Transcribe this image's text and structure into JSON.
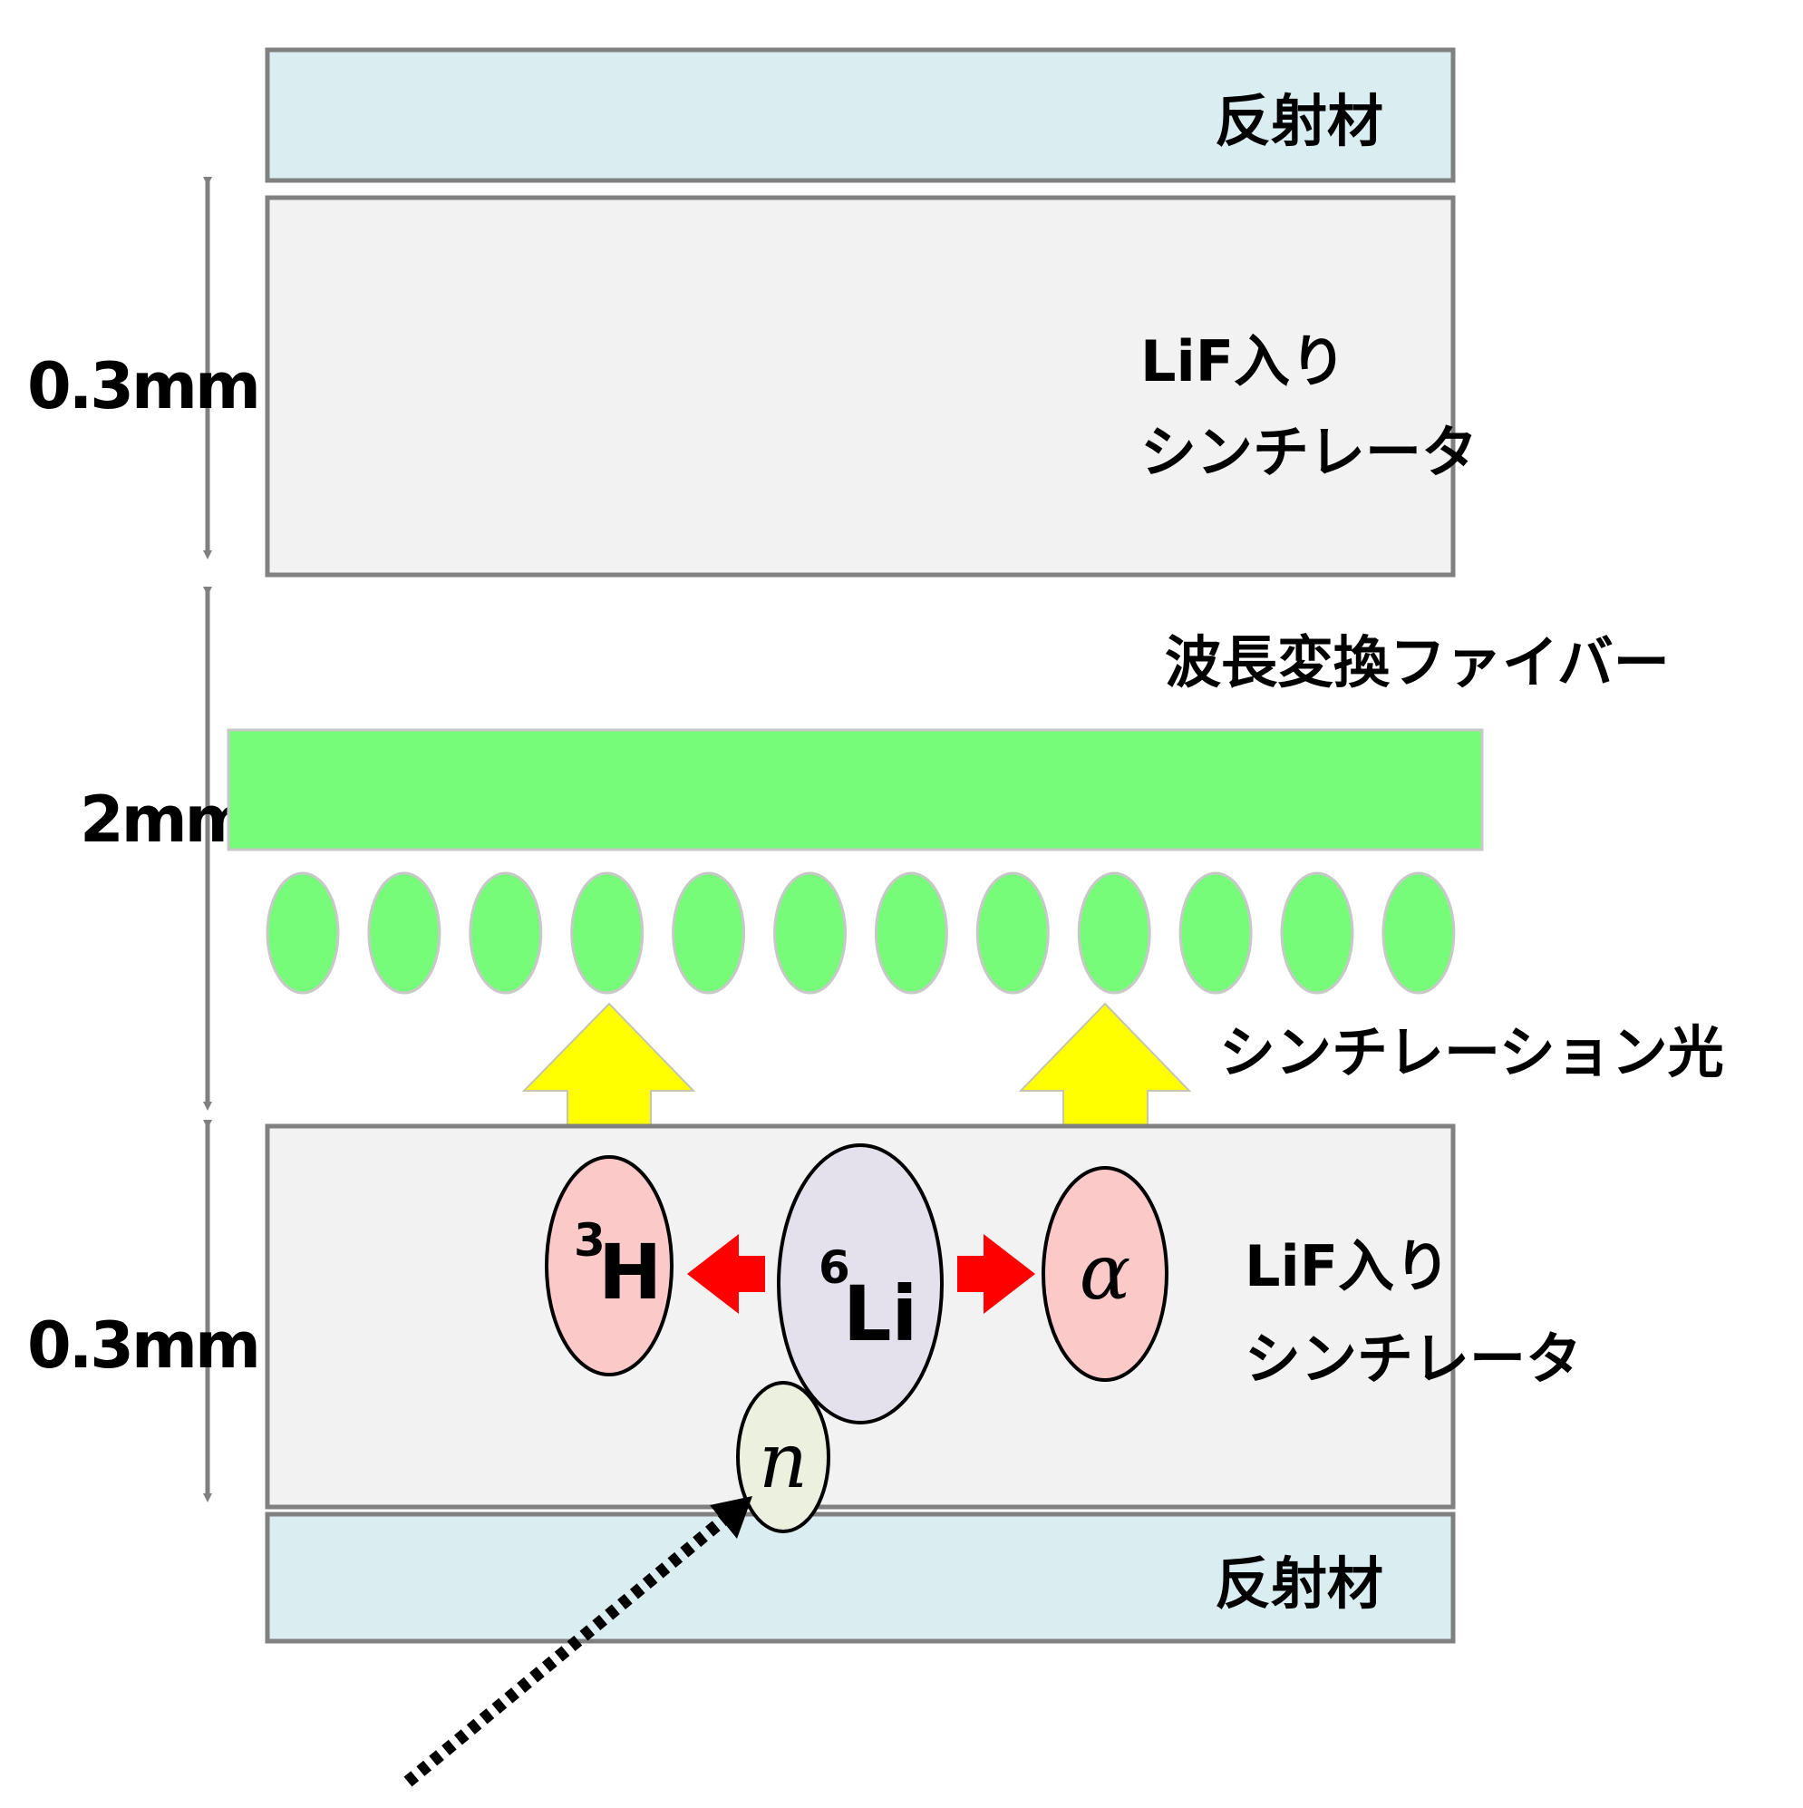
{
  "labels": {
    "reflector_top": "反射材",
    "reflector_bottom": "反射材",
    "scint_top_line1": "LiF入り",
    "scint_top_line2": "シンチレータ",
    "scint_bottom_line1": "LiF入り",
    "scint_bottom_line2": "シンチレータ",
    "fiber": "波長変換ファイバー",
    "scint_light": "シンチレーション光"
  },
  "dimensions": {
    "top_layer": "0.3mm",
    "middle_gap": "2mm",
    "bottom_layer": "0.3mm"
  },
  "particles": {
    "tritium_super": "3",
    "tritium": "H",
    "lithium_super": "6",
    "lithium": "Li",
    "alpha": "α",
    "neutron": "n"
  },
  "colors": {
    "reflector": "#daedf1",
    "scintillator": "#f2f2f2",
    "border": "#808080",
    "fiber": "#77fc7a",
    "light_arrow": "#ffff00",
    "reaction_arrow": "#ff0000",
    "product_particle": "#fcc9c9",
    "lithium": "#e4e0ec",
    "neutron": "#ebf1de"
  }
}
